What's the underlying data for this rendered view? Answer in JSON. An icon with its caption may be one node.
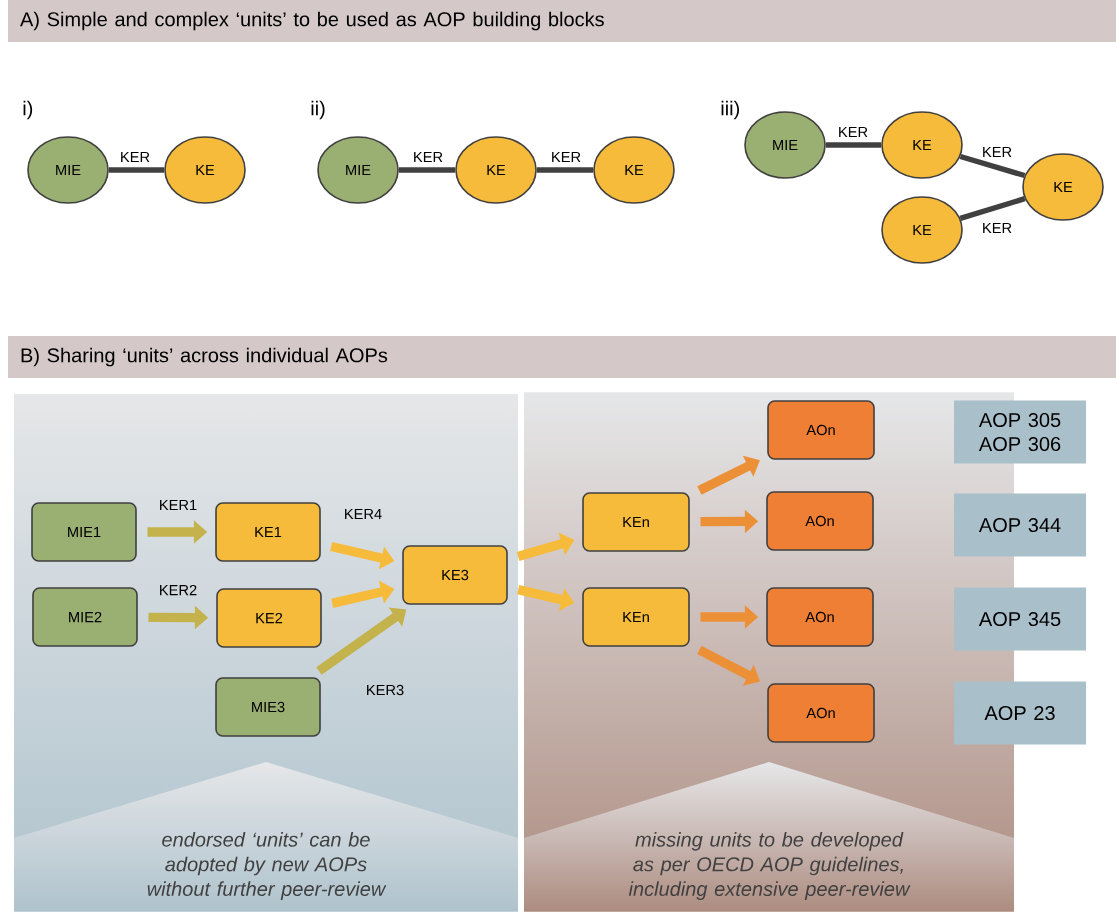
{
  "diagram": {
    "nodes": [
      {
        "text": [
          "A) Simple and complex ‘units’ to be used as AOP building blocks"
        ]
      },
      {
        "text": [
          "MIE"
        ]
      },
      {
        "text": [
          "KE"
        ]
      },
      {
        "text": [
          "MIE"
        ]
      },
      {
        "text": [
          "KE"
        ]
      },
      {
        "text": [
          "KE"
        ]
      },
      {
        "text": [
          "MIE"
        ]
      },
      {
        "text": [
          "KE"
        ]
      },
      {
        "text": [
          "KE"
        ]
      },
      {
        "text": [
          "KE"
        ]
      },
      {
        "text": [
          "B) Sharing ‘units’ across individual AOPs"
        ]
      },
      {
        "text": [
          "endorsed ‘units’ can be adopted by new AOPs without further peer-review"
        ]
      },
      {
        "text": [
          "MIE1"
        ],
        "in": 11
      },
      {
        "text": [
          "KE1"
        ],
        "in": 11
      },
      {
        "text": [
          "MIE2"
        ],
        "in": 11
      },
      {
        "text": [
          "KE2"
        ],
        "in": 11
      },
      {
        "text": [
          "MIE3"
        ],
        "in": 11
      },
      {
        "text": [
          "KE3"
        ],
        "in": 11
      },
      {
        "text": [
          "missing units to be developed as per OECD AOP guidelines, including extensive peer-review"
        ]
      },
      {
        "text": [
          "KEn"
        ],
        "in": 18
      },
      {
        "text": [
          "KEn"
        ],
        "in": 18
      },
      {
        "text": [
          "AOn"
        ],
        "in": 18
      },
      {
        "text": [
          "AOn"
        ],
        "in": 18
      },
      {
        "text": [
          "AOn"
        ],
        "in": 18
      },
      {
        "text": [
          "AOn"
        ],
        "in": 18
      },
      {
        "text": [
          "AOP 305 AOP 306"
        ]
      },
      {
        "text": [
          "AOP 344"
        ]
      },
      {
        "text": [
          "AOP 345"
        ]
      },
      {
        "text": [
          "AOP 23"
        ]
      }
    ],
    "edges": [
      {
        "from": 1,
        "to": 2,
        "arrow": "none",
        "label": "KER"
      },
      {
        "from": 3,
        "to": 4,
        "arrow": "none",
        "label": "KER"
      },
      {
        "from": 4,
        "to": 5,
        "arrow": "none",
        "label": "KER"
      },
      {
        "from": 6,
        "to": 7,
        "arrow": "none",
        "label": "KER"
      },
      {
        "from": 7,
        "to": 8,
        "arrow": "none",
        "label": "KER"
      },
      {
        "from": 9,
        "to": 8,
        "arrow": "none",
        "label": "KER"
      },
      {
        "from": 12,
        "to": 13,
        "arrow": "to",
        "label": "KER1",
        "color": "#c4b24c"
      },
      {
        "from": 14,
        "to": 15,
        "arrow": "to",
        "label": "KER2",
        "color": "#c4b24c"
      },
      {
        "from": 13,
        "to": 17,
        "arrow": "to",
        "label": "KER4",
        "color": "#f6bb3b"
      },
      {
        "from": 15,
        "to": 17,
        "arrow": "to",
        "color": "#f6bb3b"
      },
      {
        "from": 16,
        "to": 17,
        "arrow": "to",
        "label": "KER3",
        "color": "#c4b24c"
      },
      {
        "from": 17,
        "to": 19,
        "arrow": "to",
        "color": "#f6bb3b"
      },
      {
        "from": 17,
        "to": 20,
        "arrow": "to",
        "color": "#f6bb3b"
      },
      {
        "from": 19,
        "to": 21,
        "arrow": "to",
        "color": "#ec9038"
      },
      {
        "from": 19,
        "to": 22,
        "arrow": "to",
        "color": "#ec9038"
      },
      {
        "from": 20,
        "to": 23,
        "arrow": "to",
        "color": "#ec9038"
      },
      {
        "from": 20,
        "to": 24,
        "arrow": "to",
        "color": "#ec9038"
      }
    ],
    "labels": [
      "i)",
      "ii)",
      "iii)"
    ]
  }
}
